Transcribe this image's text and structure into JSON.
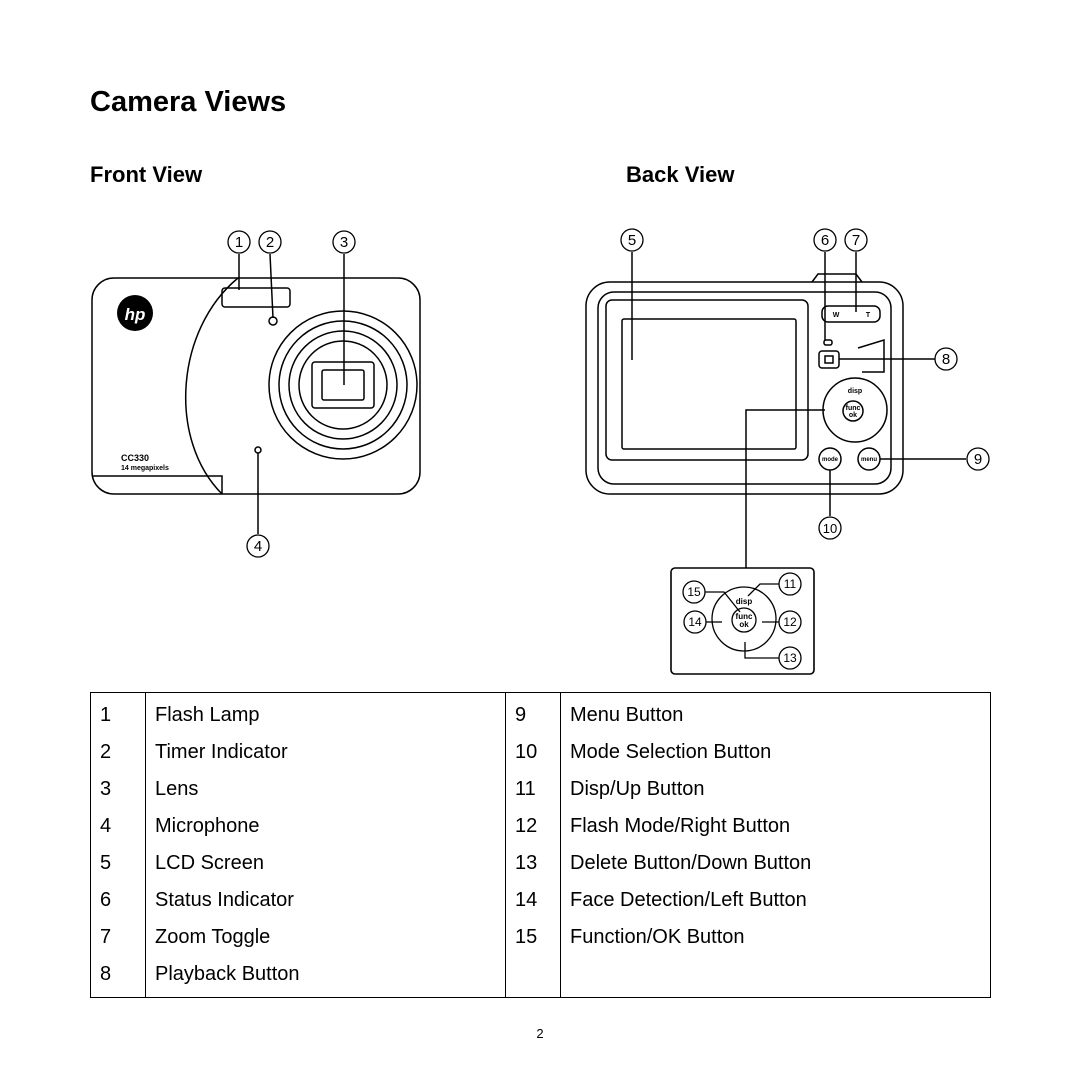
{
  "page": {
    "title": "Camera Views",
    "page_number": "2"
  },
  "front_view": {
    "heading": "Front View",
    "brand": "hp",
    "model": "CC330",
    "megapixels": "14 megapixels",
    "callouts": [
      "1",
      "2",
      "3",
      "4"
    ]
  },
  "back_view": {
    "heading": "Back View",
    "zoom_w": "W",
    "zoom_t": "T",
    "button_disp": "disp",
    "button_func": "func",
    "button_ok": "ok",
    "button_mode": "mode",
    "button_menu": "menu",
    "callouts": [
      "5",
      "6",
      "7",
      "8",
      "9",
      "10"
    ],
    "detail_callouts": [
      "11",
      "12",
      "13",
      "14",
      "15"
    ]
  },
  "legend": {
    "rows": [
      {
        "n1": "1",
        "l1": "Flash Lamp",
        "n2": "9",
        "l2": "Menu Button"
      },
      {
        "n1": "2",
        "l1": "Timer Indicator",
        "n2": "10",
        "l2": "Mode Selection Button"
      },
      {
        "n1": "3",
        "l1": "Lens",
        "n2": "11",
        "l2": "Disp/Up Button"
      },
      {
        "n1": "4",
        "l1": "Microphone",
        "n2": "12",
        "l2": "Flash Mode/Right Button"
      },
      {
        "n1": "5",
        "l1": "LCD Screen",
        "n2": "13",
        "l2": "Delete Button/Down Button"
      },
      {
        "n1": "6",
        "l1": "Status Indicator",
        "n2": "14",
        "l2": "Face Detection/Left Button"
      },
      {
        "n1": "7",
        "l1": "Zoom Toggle",
        "n2": "15",
        "l2": "Function/OK Button"
      },
      {
        "n1": "8",
        "l1": "Playback Button",
        "n2": "",
        "l2": ""
      }
    ]
  }
}
